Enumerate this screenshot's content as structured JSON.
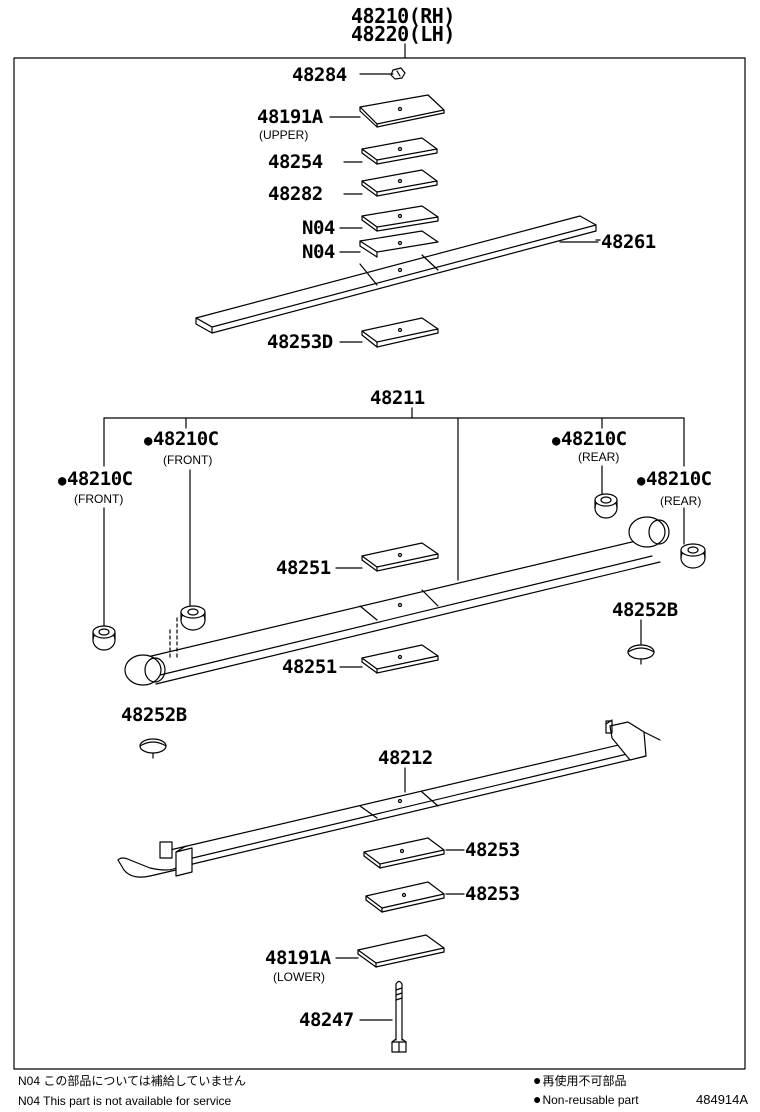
{
  "title": {
    "rh": "48210(RH)",
    "lh": "48220(LH)"
  },
  "labels": {
    "p48284": "48284",
    "p48191a_upper": "48191A",
    "upper": "(UPPER)",
    "p48254": "48254",
    "p48282": "48282",
    "n04_a": "N04",
    "n04_b": "N04",
    "p48261": "48261",
    "p48253d": "48253D",
    "p48211": "48211",
    "p48210c_1": "48210C",
    "front_1": "(FRONT)",
    "p48210c_2": "48210C",
    "front_2": "(FRONT)",
    "p48210c_3": "48210C",
    "rear_1": "(REAR)",
    "p48210c_4": "48210C",
    "rear_2": "(REAR)",
    "p48251_a": "48251",
    "p48251_b": "48251",
    "p48252b_r": "48252B",
    "p48252b_l": "48252B",
    "p48212": "48212",
    "p48253_a": "48253",
    "p48253_b": "48253",
    "p48191a_lower": "48191A",
    "lower": "(LOWER)",
    "p48247": "48247"
  },
  "notes": {
    "n04_jp": "N04 この部品については補給していません",
    "n04_en": "N04 This part is not available for service",
    "nonreuse_jp": "再使用不可部品",
    "nonreuse_en": "Non-reusable part",
    "diagram_id": "484914A"
  }
}
